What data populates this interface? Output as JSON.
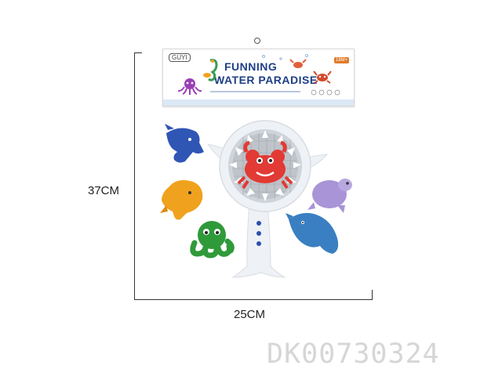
{
  "packaging": {
    "brand": "GUYI",
    "title_line1": "FUNNING",
    "title_line2": "WATER PARADISE",
    "age_badge": "18M+"
  },
  "dimensions": {
    "height_label": "37CM",
    "width_label": "25CM"
  },
  "product_code": "DK00730324",
  "colors": {
    "title": "#1f3f86",
    "net_ring": "#eef1f5",
    "crab": "#e23a34",
    "shark": "#2f56b4",
    "fish": "#f0a21e",
    "octopus": "#2f9a3a",
    "turtle": "#a894d6",
    "ray": "#3a7fc1"
  }
}
